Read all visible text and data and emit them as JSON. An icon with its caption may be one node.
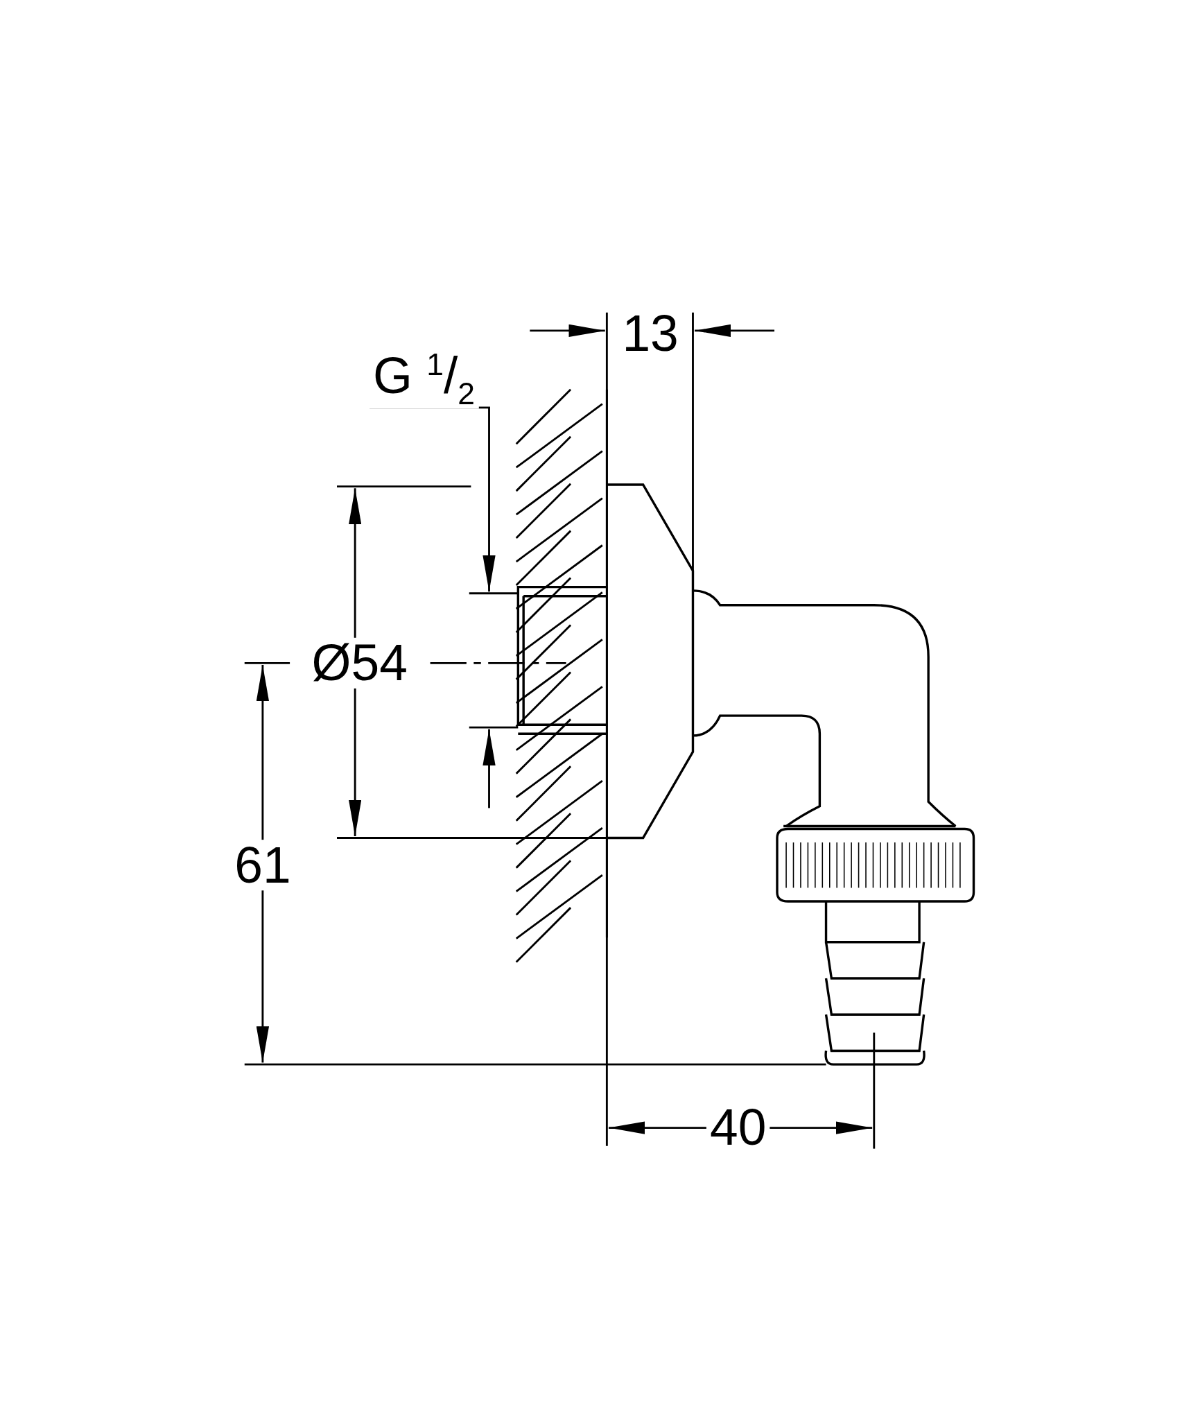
{
  "diagram": {
    "labels": [
      "13",
      "G $^{1}$/$_{2}$",
      "Ø54",
      "61",
      "40"
    ]
  }
}
